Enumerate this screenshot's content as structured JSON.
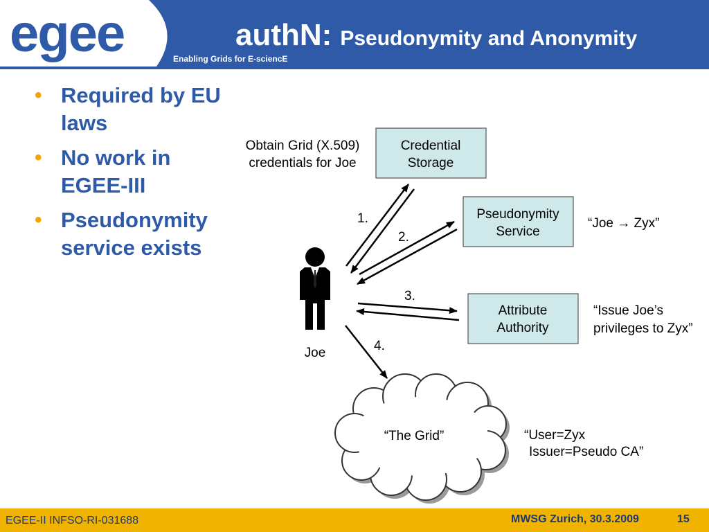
{
  "header": {
    "logo_text": "egee",
    "title_main": "authN:",
    "title_sub": "Pseudonymity and Anonymity",
    "tagline": "Enabling Grids for E-sciencE"
  },
  "bullets": [
    {
      "text": "Required by EU laws"
    },
    {
      "text": "No work in EGEE-III"
    },
    {
      "text": "Pseudonymity service exists"
    }
  ],
  "diagram": {
    "obtain_line1": "Obtain Grid (X.509)",
    "obtain_line2": "credentials for Joe",
    "credential_line1": "Credential",
    "credential_line2": "Storage",
    "pseudo_line1": "Pseudonymity",
    "pseudo_line2": "Service",
    "pseudo_quote": "“Joe → Zyx”",
    "attr_line1": "Attribute",
    "attr_line2": "Authority",
    "attr_quote1": "“Issue Joe’s",
    "attr_quote2": "privileges to Zyx”",
    "person_label": "Joe",
    "step1": "1.",
    "step2": "2.",
    "step3": "3.",
    "step4": "4.",
    "grid_label": "“The Grid”",
    "grid_quote1": "“User=Zyx",
    "grid_quote2": "Issuer=Pseudo CA”"
  },
  "footer": {
    "left": "EGEE-II INFSO-RI-031688",
    "event": "MWSG Zurich, 30.3.2009",
    "page": "15"
  },
  "colors": {
    "header_blue": "#2e5aa8",
    "footer_yellow": "#f0b400",
    "box_fill": "#cfe8ea",
    "bullet_dot": "#f0a500"
  }
}
